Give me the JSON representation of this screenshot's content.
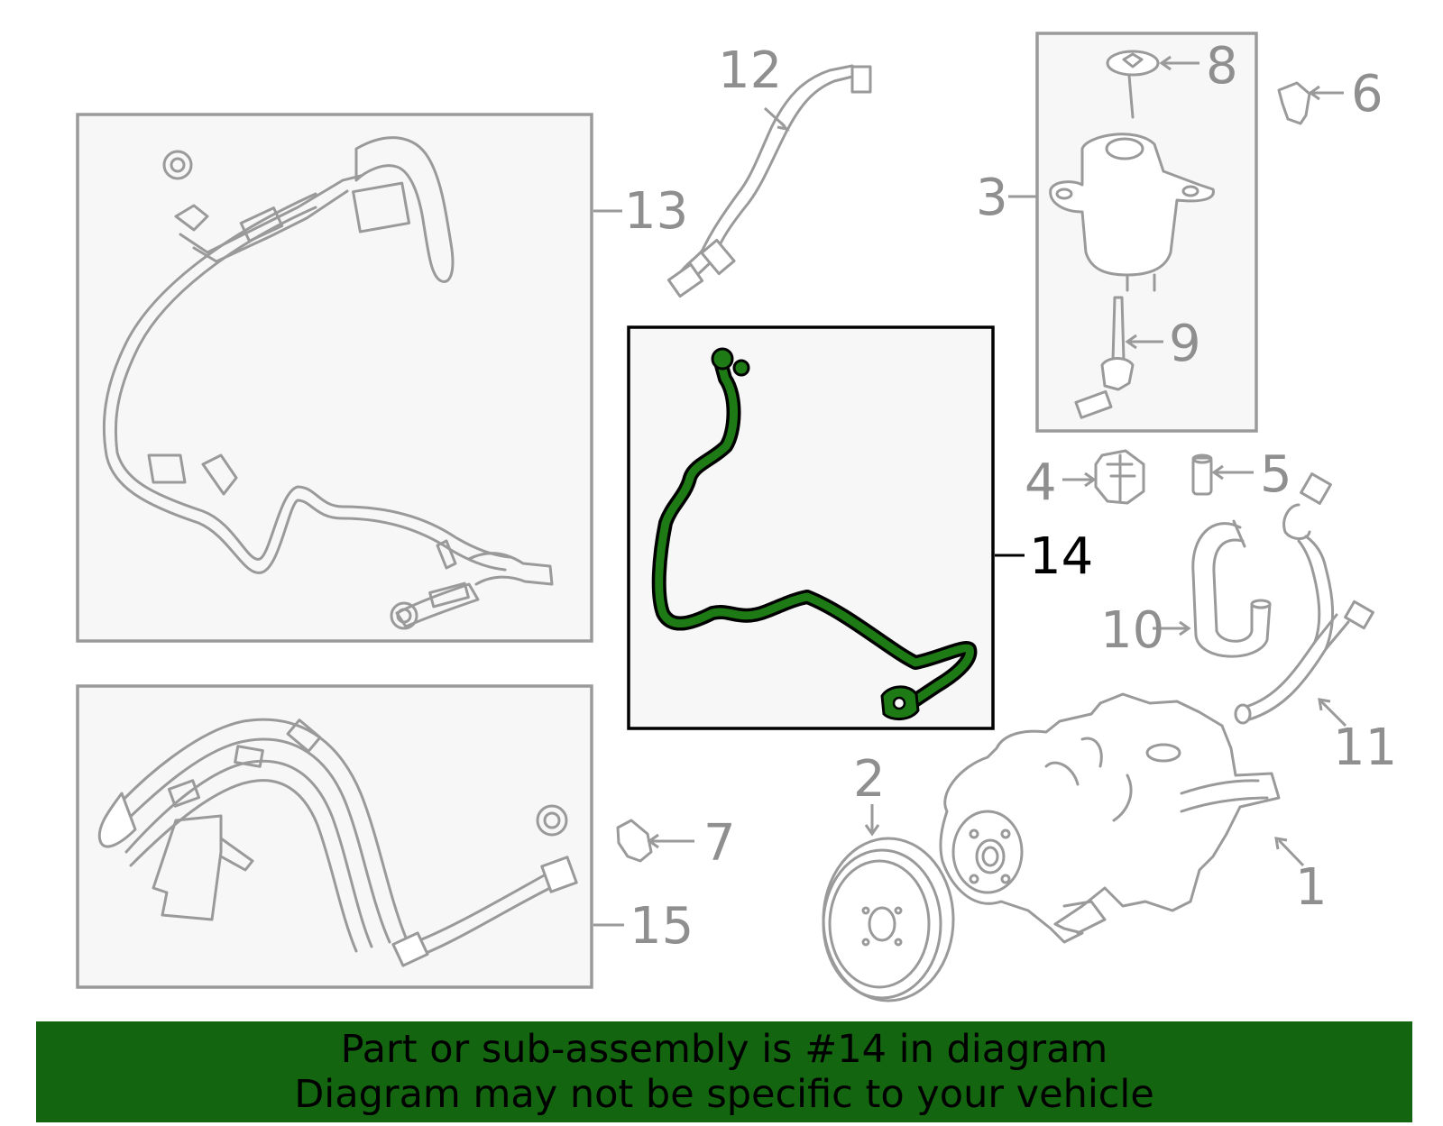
{
  "callouts": {
    "c1": "1",
    "c2": "2",
    "c3": "3",
    "c4": "4",
    "c5": "5",
    "c6": "6",
    "c7": "7",
    "c8": "8",
    "c9": "9",
    "c10": "10",
    "c11": "11",
    "c12": "12",
    "c13": "13",
    "c14": "14",
    "c15": "15"
  },
  "highlight": {
    "part": "14",
    "color": "#1e7a14",
    "outline": "#000000"
  },
  "colors": {
    "banner": "#13650f",
    "line_art": "#9a9a9a",
    "box_fill": "#f7f7f7"
  },
  "banner": {
    "line1": "Part or sub-assembly is #14 in diagram",
    "line2": "Diagram may not be specific to your vehicle"
  }
}
